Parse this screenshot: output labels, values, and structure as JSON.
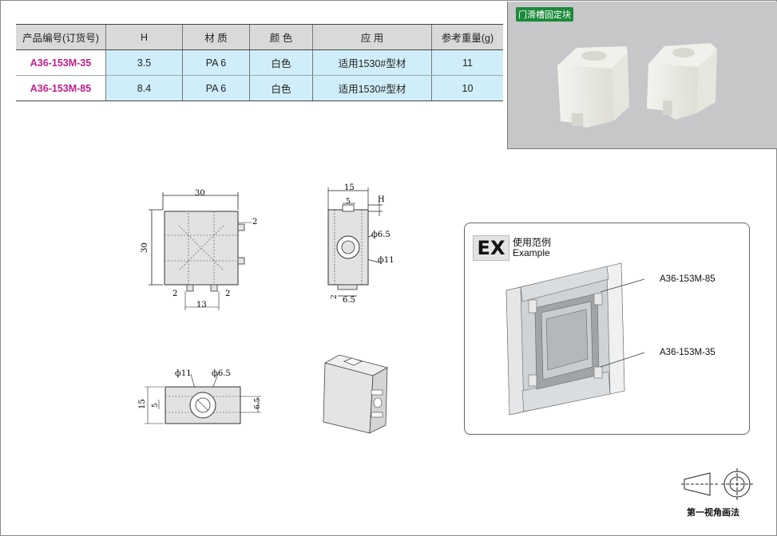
{
  "table": {
    "headers": [
      "产品编号(订货号)",
      "H",
      "材  质",
      "颜 色",
      "应    用",
      "参考重量(g)"
    ],
    "rows": [
      [
        "A36-153M-35",
        "3.5",
        "PA 6",
        "白色",
        "适用1530#型材",
        "11"
      ],
      [
        "A36-153M-85",
        "8.4",
        "PA 6",
        "白色",
        "适用1530#型材",
        "10"
      ]
    ]
  },
  "photo": {
    "tag": "门滑槽固定块"
  },
  "drawings": {
    "front": {
      "width": "30",
      "height": "30",
      "tab": "2",
      "slot_left": "2",
      "slot_right": "2",
      "slot_gap": "13"
    },
    "side": {
      "width": "15",
      "slot": "5",
      "h": "H",
      "hole_small": "ф6.5",
      "hole_large": "ф11",
      "bottom_gap": "2",
      "bottom_slot": "6.5"
    },
    "bottom": {
      "hole_large": "ф11",
      "hole_small": "ф6.5",
      "height": "15",
      "gap": "5",
      "slot": "6.5"
    }
  },
  "example": {
    "badge": "EX",
    "title_cn": "使用范例",
    "title_en": "Example",
    "callouts": [
      "A36-153M-85",
      "A36-153M-35"
    ]
  },
  "projection": {
    "label": "第一视角画法"
  }
}
